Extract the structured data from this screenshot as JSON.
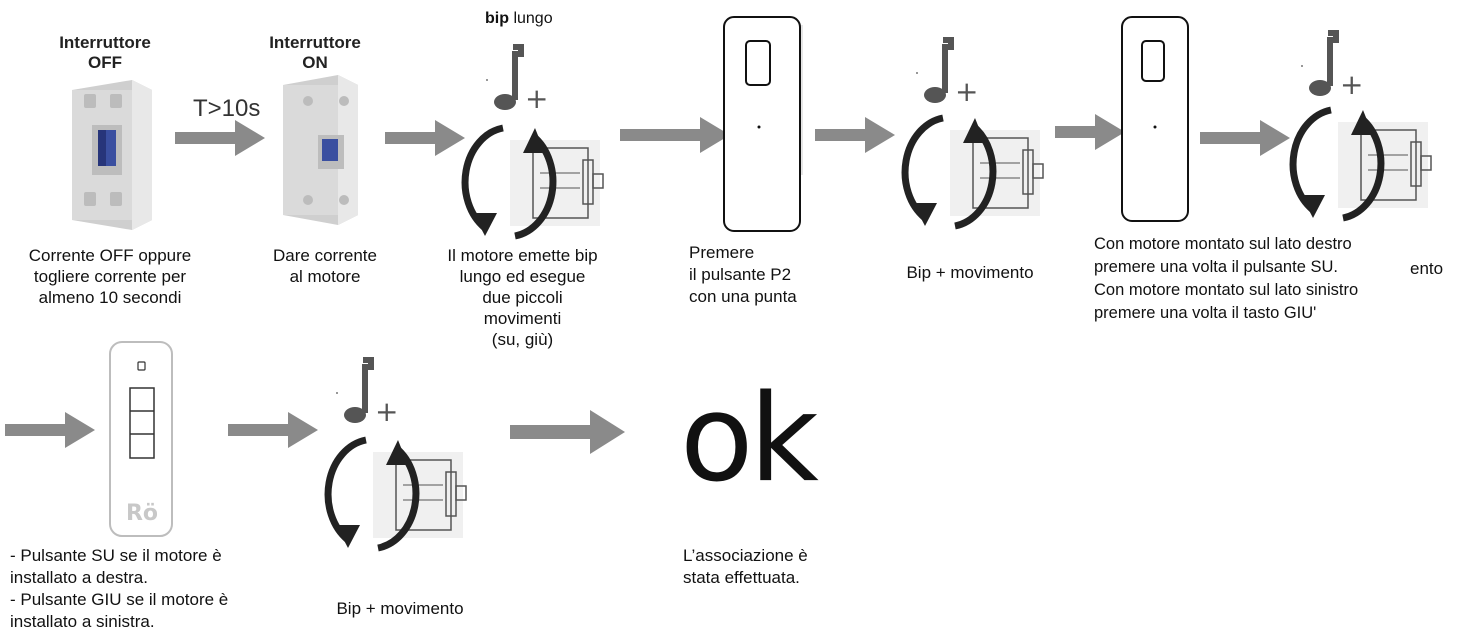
{
  "step1": {
    "title_line1": "Interruttore",
    "title_line2": "OFF",
    "caption_lines": [
      "Corrente OFF oppure",
      "togliere corrente per",
      "almeno 10 secondi"
    ]
  },
  "timing_label": "T>10s",
  "step2": {
    "title_line1": "Interruttore",
    "title_line2": "ON",
    "caption_lines": [
      "Dare corrente",
      "al motore"
    ]
  },
  "step3": {
    "top_label_bold": "bip",
    "top_label_rest": " lungo",
    "caption_lines": [
      "Il motore emette bip",
      "lungo ed esegue",
      "due piccoli",
      "movimenti",
      "(su, giù)"
    ]
  },
  "step4": {
    "caption_lines": [
      "Premere",
      "il pulsante P2",
      "con una punta"
    ]
  },
  "step5": {
    "caption": "Bip + movimento"
  },
  "step6": {
    "caption_lines": [
      "Con motore montato sul lato destro",
      "premere una volta il pulsante SU.",
      "Con motore montato sul lato sinistro",
      "premere una volta il tasto GIU'"
    ],
    "overlap_fragment": "ento"
  },
  "step7": {
    "remote_logo": "Rö",
    "caption_lines": [
      "- Pulsante SU se il motore è",
      "installato a destra.",
      "- Pulsante GIU se il motore è",
      "installato a sinistra."
    ]
  },
  "step8": {
    "caption": "Bip + movimento"
  },
  "step9": {
    "ok_text": "ok",
    "caption_lines": [
      "L’associazione è",
      "stata effettuata."
    ]
  },
  "colors": {
    "arrow": "#8a8a8a",
    "note": "#555555",
    "motor_line": "#555555",
    "rotation_arrow": "#222222",
    "switch_body": "#d6d6d6",
    "switch_lever": "#3a4fa0"
  },
  "icons": [
    "music-note-plus-icon",
    "rotation-arrows-icon",
    "motor-icon",
    "remote-control-icon",
    "circuit-breaker-icon"
  ]
}
